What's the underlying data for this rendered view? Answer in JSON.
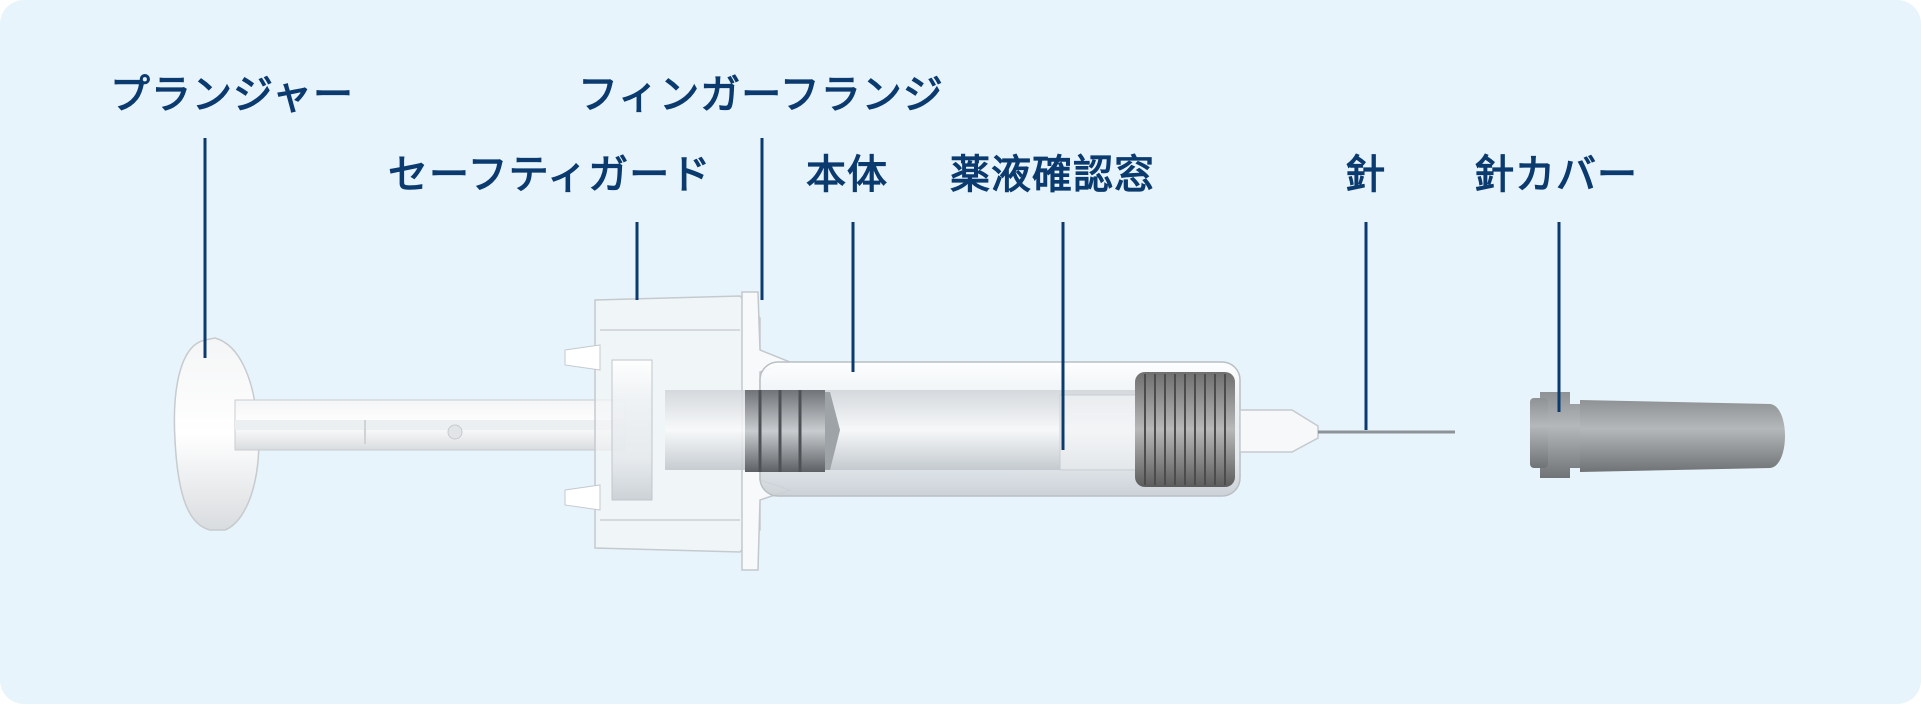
{
  "labels": {
    "plunger": "プランジャー",
    "finger_flange": "フィンガーフランジ",
    "safety_guard": "セーフティガード",
    "body": "本体",
    "window": "薬液確認窓",
    "needle": "針",
    "needle_cover": "針カバー"
  },
  "colors": {
    "background": "#e7f4fc",
    "label_text": "#0b3a6e",
    "leader_line": "#0b3a6e"
  }
}
